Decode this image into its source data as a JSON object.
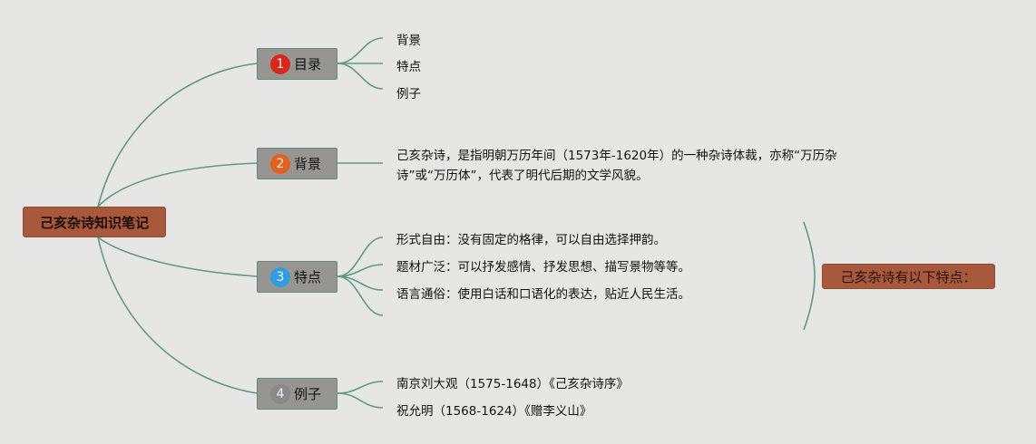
{
  "root": {
    "label": "己亥杂诗知识笔记"
  },
  "branches": [
    {
      "number": "1",
      "label": "目录",
      "badge_color": "#d8271b"
    },
    {
      "number": "2",
      "label": "背景",
      "badge_color": "#e3601d"
    },
    {
      "number": "3",
      "label": "特点",
      "badge_color": "#2f9ee0"
    },
    {
      "number": "4",
      "label": "例子",
      "badge_color": "#8a8a8a"
    }
  ],
  "toc": [
    "背景",
    "特点",
    "例子"
  ],
  "background_text": "己亥杂诗，是指明朝万历年间（1573年-1620年）的一种杂诗体裁，亦称“万历杂诗”或“万历体”，代表了明代后期的文学风貌。",
  "features": [
    "形式自由：没有固定的格律，可以自由选择押韵。",
    "题材广泛：可以抒发感情、抒发思想、描写景物等等。",
    "语言通俗：使用白话和口语化的表达，贴近人民生活。"
  ],
  "features_summary": "己亥杂诗有以下特点：",
  "examples": [
    "南京刘大观（1575-1648）《己亥杂诗序》",
    "祝允明（1568-1624）《赠李义山》"
  ],
  "colors": {
    "line": "#5f9a87",
    "accent": "#a8583b",
    "background": "#e6e7e4"
  }
}
